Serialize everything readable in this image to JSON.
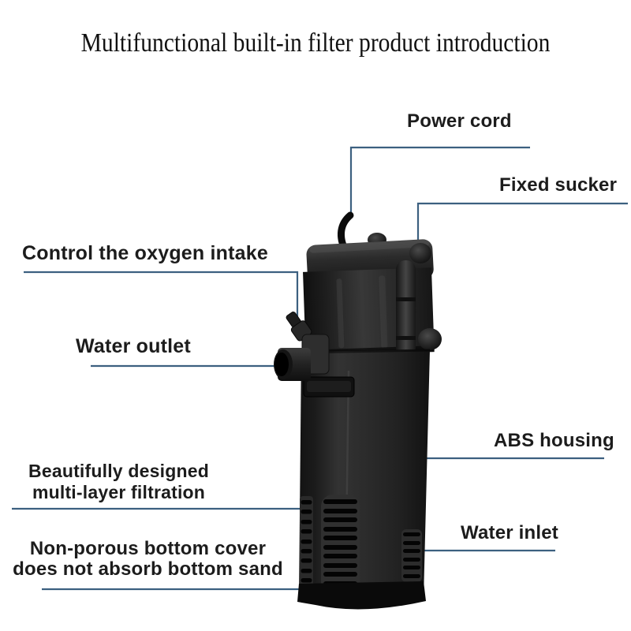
{
  "title": "Multifunctional built-in filter product introduction",
  "labels": {
    "power_cord": "Power cord",
    "fixed_sucker": "Fixed sucker",
    "oxygen_intake": "Control the oxygen intake",
    "water_outlet": "Water outlet",
    "abs_housing": "ABS housing",
    "multi_layer": {
      "line1": "Beautifully designed",
      "line2": "multi-layer filtration"
    },
    "water_inlet": "Water inlet",
    "bottom_cover": {
      "line1": "Non-porous bottom cover",
      "line2": "does not absorb bottom sand"
    }
  },
  "colors": {
    "page_bg": "#ffffff",
    "callout_line": "#3c6080",
    "label_text": "#1c1c1c",
    "title_text": "#111111"
  }
}
